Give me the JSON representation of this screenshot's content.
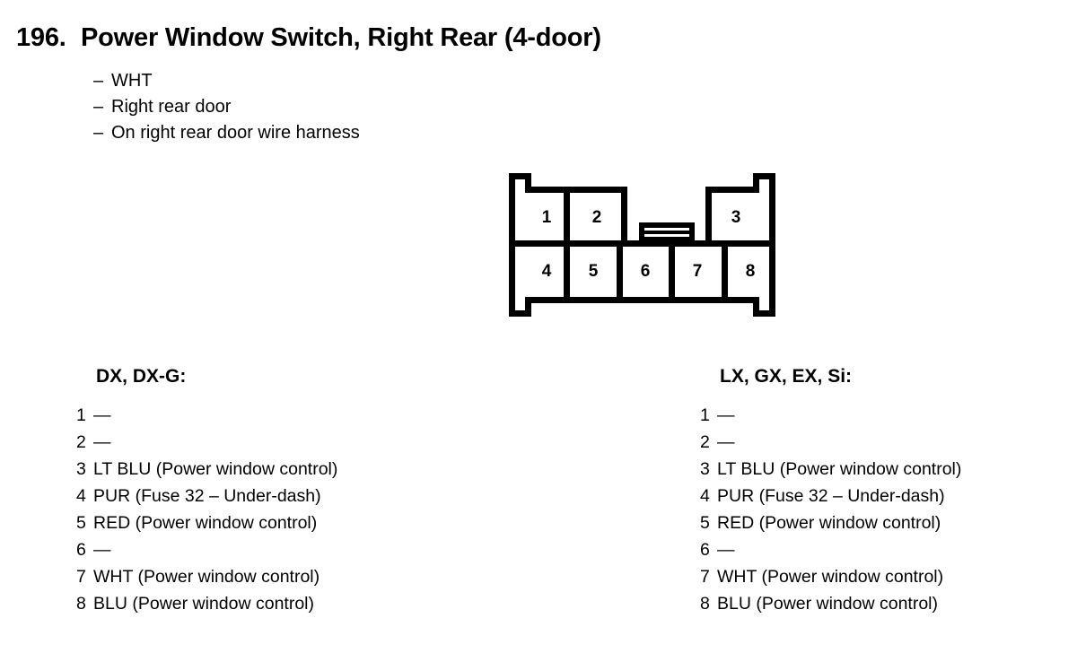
{
  "header": {
    "number": "196.",
    "title": "Power Window Switch, Right Rear (4-door)",
    "specs": [
      {
        "dash": "–",
        "text": "WHT"
      },
      {
        "dash": "–",
        "text": "Right rear door"
      },
      {
        "dash": "–",
        "text": "On right rear door wire harness"
      }
    ]
  },
  "connector": {
    "top_row": [
      "1",
      "2",
      "3"
    ],
    "bottom_row": [
      "4",
      "5",
      "6",
      "7",
      "8"
    ],
    "latch_tab": "latch-tab"
  },
  "tables": [
    {
      "heading": "DX, DX-G:",
      "rows": [
        {
          "pin": "1",
          "desc": "—"
        },
        {
          "pin": "2",
          "desc": "—"
        },
        {
          "pin": "3",
          "desc": "LT BLU (Power window control)"
        },
        {
          "pin": "4",
          "desc": "PUR (Fuse 32 – Under-dash)"
        },
        {
          "pin": "5",
          "desc": "RED (Power window control)"
        },
        {
          "pin": "6",
          "desc": "—"
        },
        {
          "pin": "7",
          "desc": "WHT (Power window control)"
        },
        {
          "pin": "8",
          "desc": "BLU (Power window control)"
        }
      ]
    },
    {
      "heading": "LX, GX, EX, Si:",
      "rows": [
        {
          "pin": "1",
          "desc": "—"
        },
        {
          "pin": "2",
          "desc": "—"
        },
        {
          "pin": "3",
          "desc": "LT BLU (Power window control)"
        },
        {
          "pin": "4",
          "desc": "PUR (Fuse 32 – Under-dash)"
        },
        {
          "pin": "5",
          "desc": "RED (Power window control)"
        },
        {
          "pin": "6",
          "desc": "—"
        },
        {
          "pin": "7",
          "desc": "WHT (Power window control)"
        },
        {
          "pin": "8",
          "desc": "BLU (Power window control)"
        }
      ]
    }
  ],
  "colors": {
    "ink": "#000000",
    "paper": "#ffffff"
  }
}
